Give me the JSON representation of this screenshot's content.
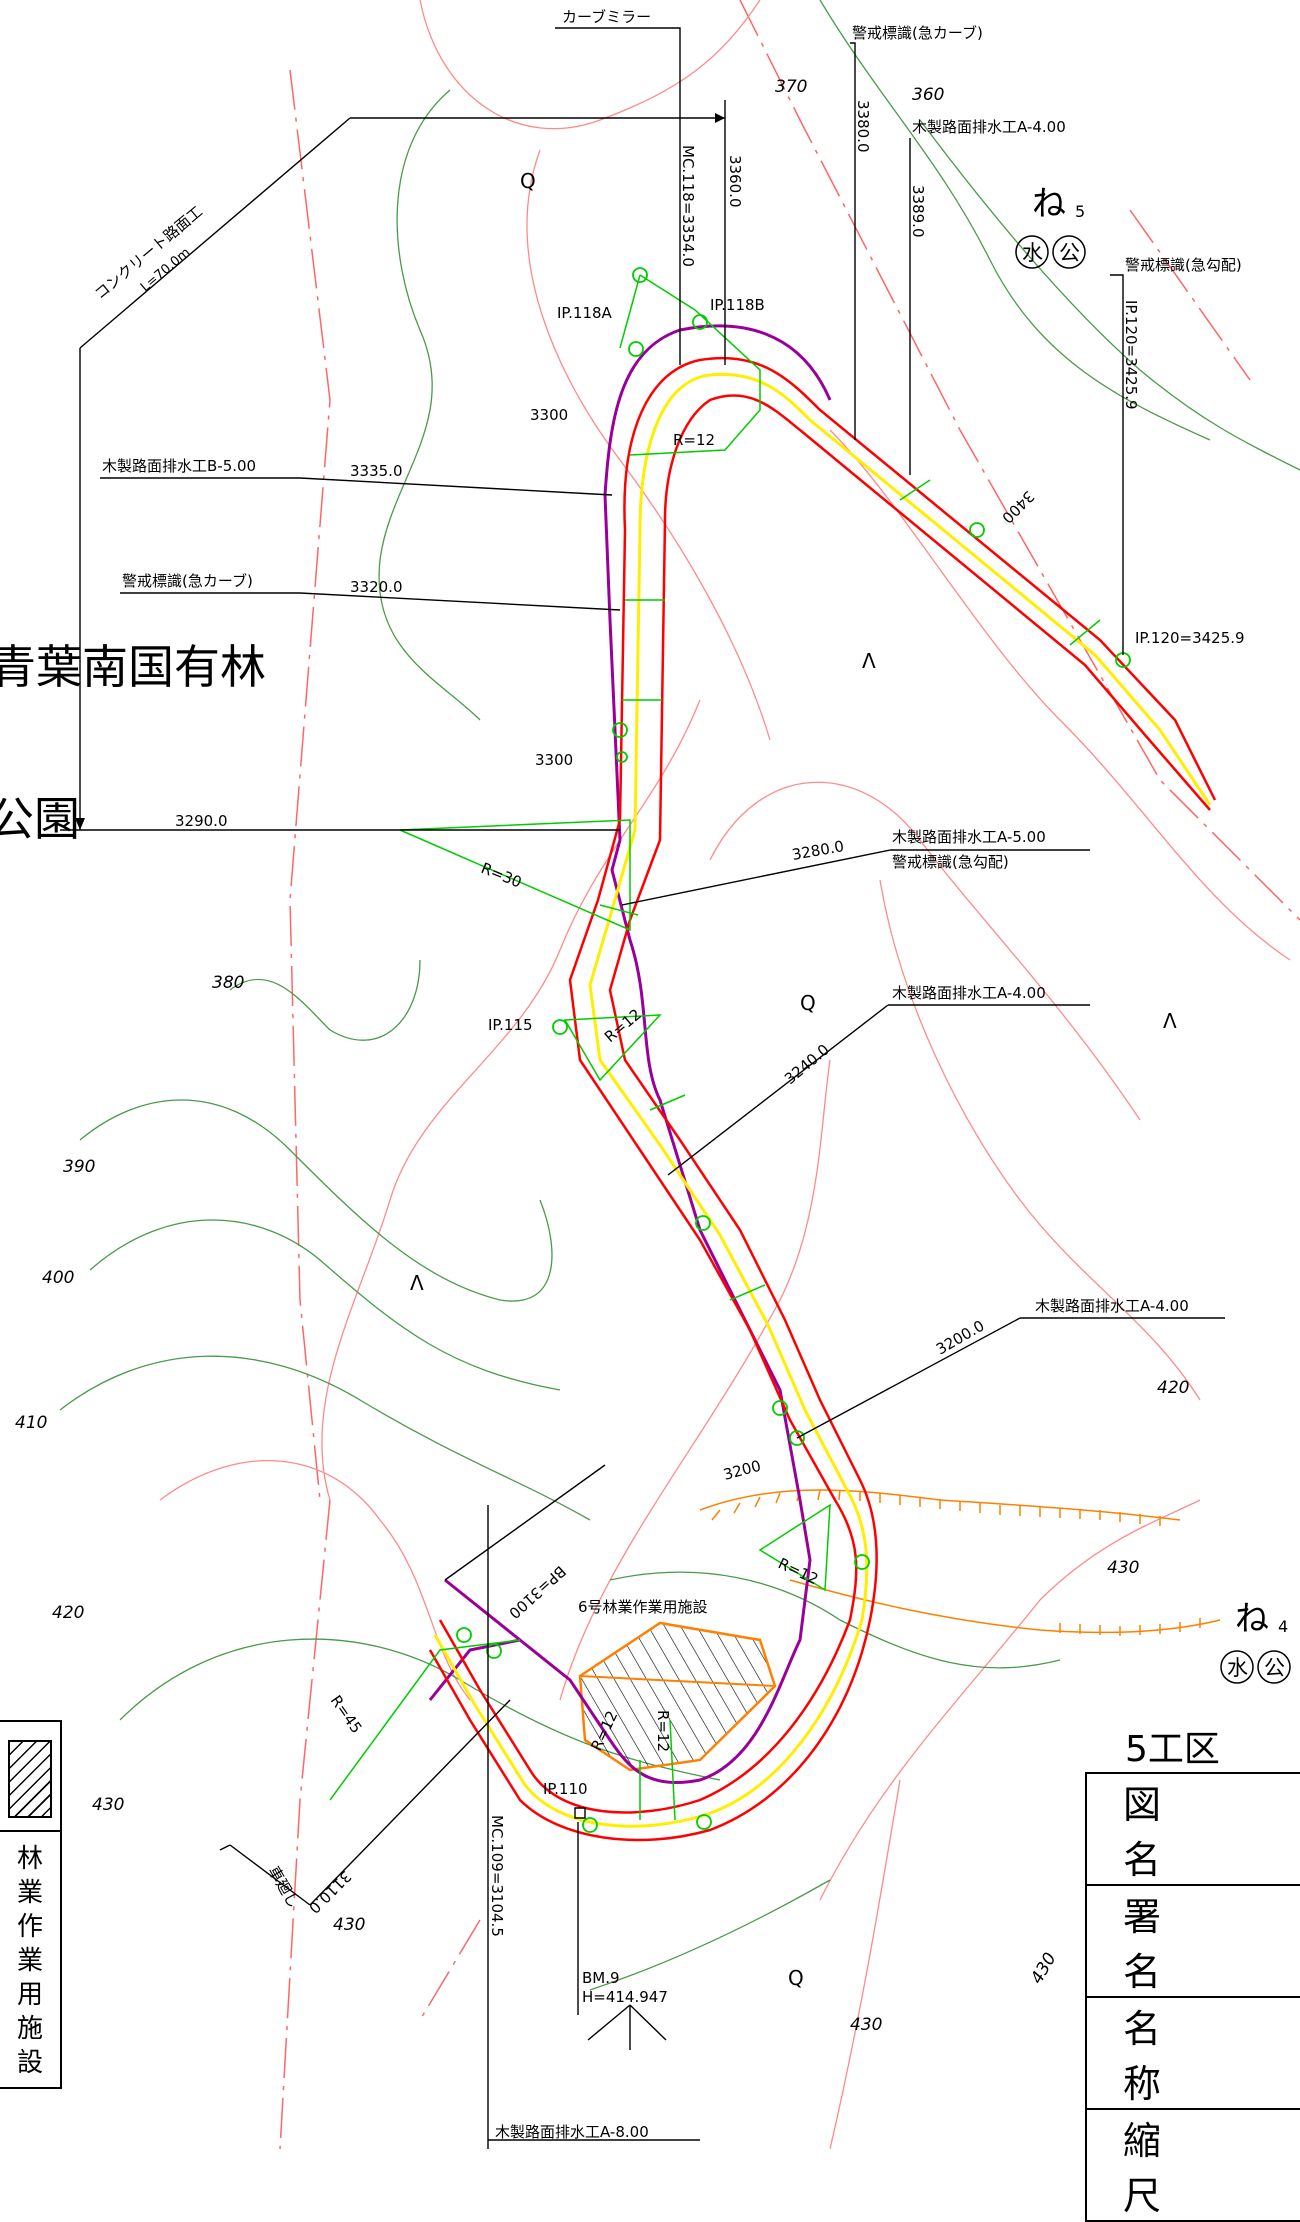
{
  "map_labels": {
    "curve_mirror": "カーブミラー",
    "warning_sharp_curve_top": "警戒標識(急カーブ)",
    "drain_a400_top": "木製路面排水工A-4.00",
    "warning_steep_top": "警戒標識(急勾配)",
    "concrete_paving": "コンクリート路面工",
    "concrete_length": "L=70.0m",
    "drain_b500": "木製路面排水工B-5.00",
    "warning_sharp_curve_left": "警戒標識(急カーブ)",
    "drain_a500": "木製路面排水工A-5.00",
    "warning_steep_mid": "警戒標識(急勾配)",
    "drain_a400_mid": "木製路面排水工A-4.00",
    "drain_a400_lower": "木製路面排水工A-4.00",
    "drain_a800_bottom": "木製路面排水工A-8.00",
    "facility_name": "6号林業作業用施設",
    "turnaround": "車廻し",
    "forest_name": "青葉南国有林",
    "park_fragment": "公園",
    "ip118a": "IP.118A",
    "ip118b": "IP.118B",
    "ip115": "IP.115",
    "ip110": "IP.110",
    "ip120": "IP.120=3425.9",
    "mc118": "MC.118=3354.0",
    "mc109": "MC.109=3104.5",
    "ip120_vert": "IP.120=3425.9",
    "bm_name": "BM.9",
    "bm_height": "H=414.947",
    "r12_top": "R=12",
    "r30": "R=30",
    "r12_mid": "R=12",
    "r12_lower": "R=12",
    "r45": "R=45",
    "r12_inner_a": "R=12",
    "r12_inner_b": "R=12",
    "bp": "BP=3100",
    "sta_3360": "3360.0",
    "sta_3380": "3380.0",
    "sta_3389": "3389.0",
    "sta_3335": "3335.0",
    "sta_3320": "3320.0",
    "sta_3290": "3290.0",
    "sta_3280": "3280.0",
    "sta_3240": "3240.0",
    "sta_3200": "3200.0",
    "sta_3110": "3110.0",
    "route_3400": "3400",
    "route_3300": "3300",
    "route_3200": "3200",
    "compartment_ne5": "ね",
    "compartment_ne5_sub": "5",
    "compartment_ne4": "ね",
    "compartment_ne4_sub": "4",
    "mark_water": "水",
    "mark_public": "公"
  },
  "contours": [
    "370",
    "360",
    "380",
    "390",
    "400",
    "410",
    "420",
    "430",
    "420",
    "430",
    "430",
    "430",
    "430"
  ],
  "vegetation_symbols": [
    "Q",
    "Λ",
    "Λ",
    "Q",
    "Λ",
    "Q"
  ],
  "legend": {
    "label": "林業作業用施設",
    "chars": [
      "林",
      "業",
      "作",
      "業",
      "用",
      "施",
      "設"
    ]
  },
  "title_block": {
    "work_area": "5工区",
    "rows": [
      "図名",
      "署名",
      "名称",
      "縮尺"
    ]
  },
  "colors": {
    "road_edge": "#ff0000",
    "road_center": "#ffff00",
    "old_path": "#990099",
    "geometry": "#00cc00",
    "contour_green": "#4a9a4a",
    "contour_red": "#ff8a8a",
    "cut_slope": "#ff8000"
  }
}
